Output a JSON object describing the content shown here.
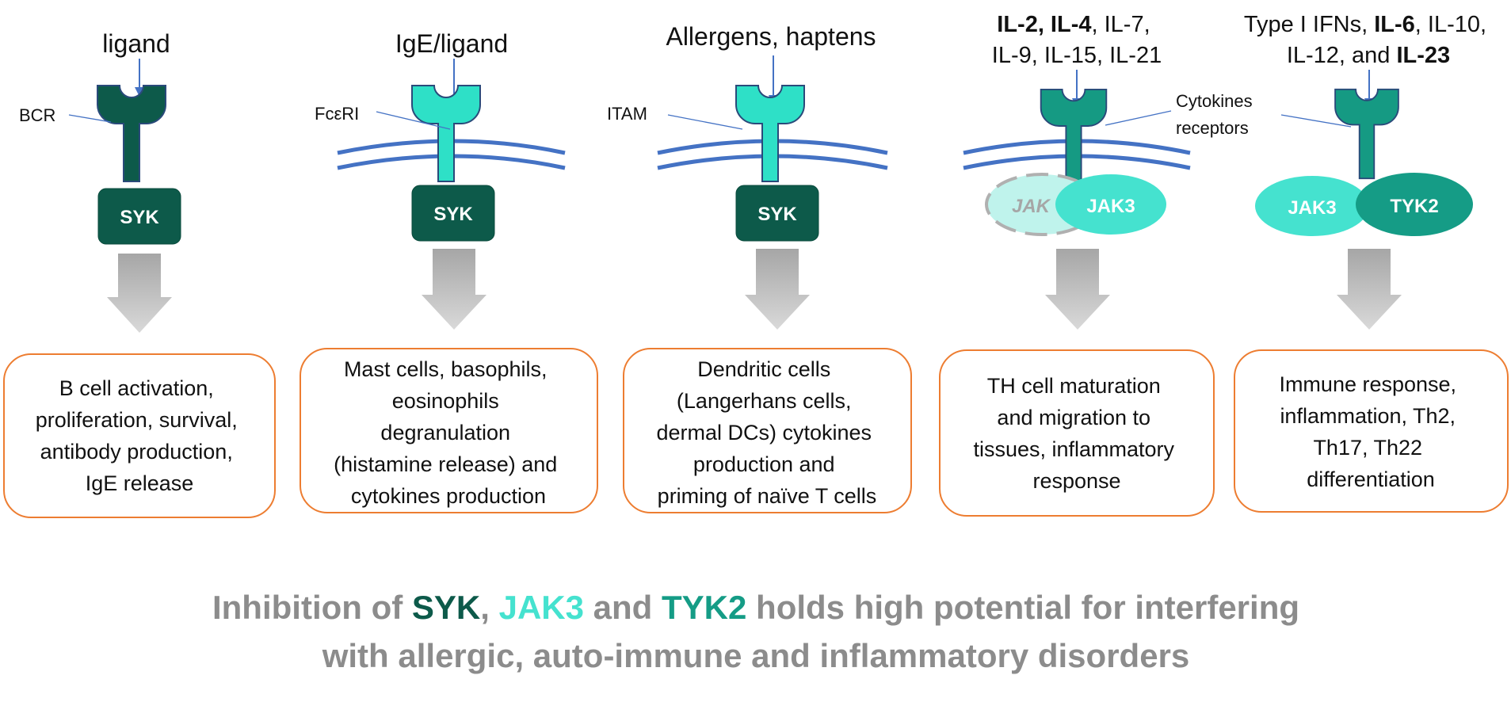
{
  "colors": {
    "syk": "#0d5a4a",
    "jak3": "#45e2cf",
    "tyk2": "#159c86",
    "receptor_bcr": "#0d5a4a",
    "receptor_fce": "#2ee0c7",
    "receptor_cyt": "#159a83",
    "membrane": "#4472c4",
    "box_border": "#ed7d31",
    "footer_grey": "#8c8c8c"
  },
  "panels": [
    {
      "ligand_lines": [
        [
          "ligand"
        ]
      ],
      "receptor_label": "BCR",
      "kinases": [
        {
          "label": "SYK"
        }
      ],
      "outcome_lines": [
        "B cell activation,",
        "proliferation, survival,",
        "antibody production,",
        "IgE release"
      ]
    },
    {
      "ligand_lines": [
        [
          "IgE/ligand"
        ]
      ],
      "receptor_label": "FcεRI",
      "kinases": [
        {
          "label": "SYK"
        }
      ],
      "outcome_lines": [
        "Mast cells, basophils,",
        "eosinophils",
        "degranulation",
        "(histamine release) and",
        "cytokines production"
      ]
    },
    {
      "ligand_lines": [
        [
          "Allergens, haptens"
        ]
      ],
      "receptor_label": "ITAM",
      "kinases": [
        {
          "label": "SYK"
        }
      ],
      "outcome_lines": [
        "Dendritic cells",
        "(Langerhans cells,",
        "dermal DCs) cytokines",
        "production and",
        "priming of naïve T cells"
      ]
    },
    {
      "ligand_lines": [
        [
          "IL-2, IL-4",
          ", IL-7,"
        ],
        [
          "IL-9, IL-15, IL-21"
        ]
      ],
      "receptor_label_lines": [
        "Cytokines",
        "receptors"
      ],
      "kinases": [
        {
          "label": "JAK"
        },
        {
          "label": "JAK3"
        }
      ],
      "outcome_lines": [
        "TH cell maturation",
        "and migration to",
        "tissues, inflammatory",
        "response"
      ]
    },
    {
      "ligand_lines": [
        [
          "Type I IFNs, ",
          "IL-6",
          ", IL-10,"
        ],
        [
          "IL-12, and ",
          "IL-23"
        ]
      ],
      "kinases": [
        {
          "label": "JAK3"
        },
        {
          "label": "TYK2"
        }
      ],
      "outcome_lines": [
        "Immune response,",
        "inflammation, Th2,",
        "Th17,  Th22",
        "differentiation"
      ]
    }
  ],
  "footer": {
    "line1_parts": [
      "Inhibition of ",
      "SYK",
      ", ",
      "JAK3",
      " and ",
      "TYK2",
      " holds high potential for interfering"
    ],
    "line2": "with allergic, auto-immune and inflammatory disorders"
  }
}
